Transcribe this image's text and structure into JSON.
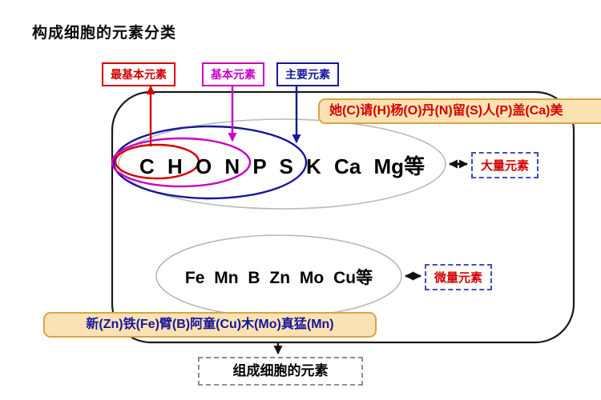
{
  "title": "构成细胞的元素分类",
  "legend": {
    "most_basic": "最基本元素",
    "basic": "基本元素",
    "main": "主要元素"
  },
  "macro_group": {
    "elements_text": "C H O N P S K Ca Mg",
    "suffix": "等",
    "badge": "大量元素",
    "mnemonic": "她(C)请(H)杨(O)丹(N)留(S)人(P)盖(Ca)美"
  },
  "trace_group": {
    "elements_text": "Fe Mn B Zn Mo Cu",
    "suffix": "等",
    "badge": "微量元素",
    "mnemonic": "新(Zn)铁(Fe)臂(B)阿童(Cu)木(Mo)真猛(Mn)"
  },
  "conclusion": "组成细胞的元素",
  "colors": {
    "red": "#d40000",
    "magenta": "#c800c8",
    "navy": "#16169a",
    "tan_bg": "#fbe2b4",
    "tan_border": "#d9a441",
    "dashed_badge_border": "#3b4fc0",
    "dashed_conclusion_border": "#8d8d8d",
    "outline_black": "#1a1a1a",
    "ellipse_gray": "#b9b9b9"
  }
}
